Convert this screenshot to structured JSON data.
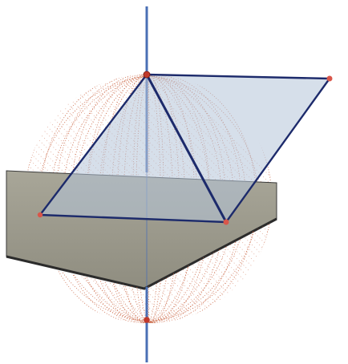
{
  "scene": {
    "kind": "3d-geometry-view",
    "colors": {
      "background": "#ffffff",
      "plane_fill": "#9c9a8c",
      "plane_edge": "#2a2a2a",
      "axis": "#4a6fb5",
      "polygon_fill": "#b4c4d8",
      "polygon_edge": "#1c2a6b",
      "sphere_dots": "#c9613e",
      "point": "#c0392b"
    },
    "objects": [
      {
        "id": "plane",
        "type": "plane"
      },
      {
        "id": "axis",
        "type": "line",
        "orientation": "vertical"
      },
      {
        "id": "sphere",
        "type": "sphere",
        "style": "dotted"
      },
      {
        "id": "rhombus",
        "type": "polygon",
        "vertices": 4
      },
      {
        "id": "diagonal",
        "type": "segment"
      },
      {
        "id": "points",
        "type": "points",
        "count": 5
      }
    ]
  }
}
